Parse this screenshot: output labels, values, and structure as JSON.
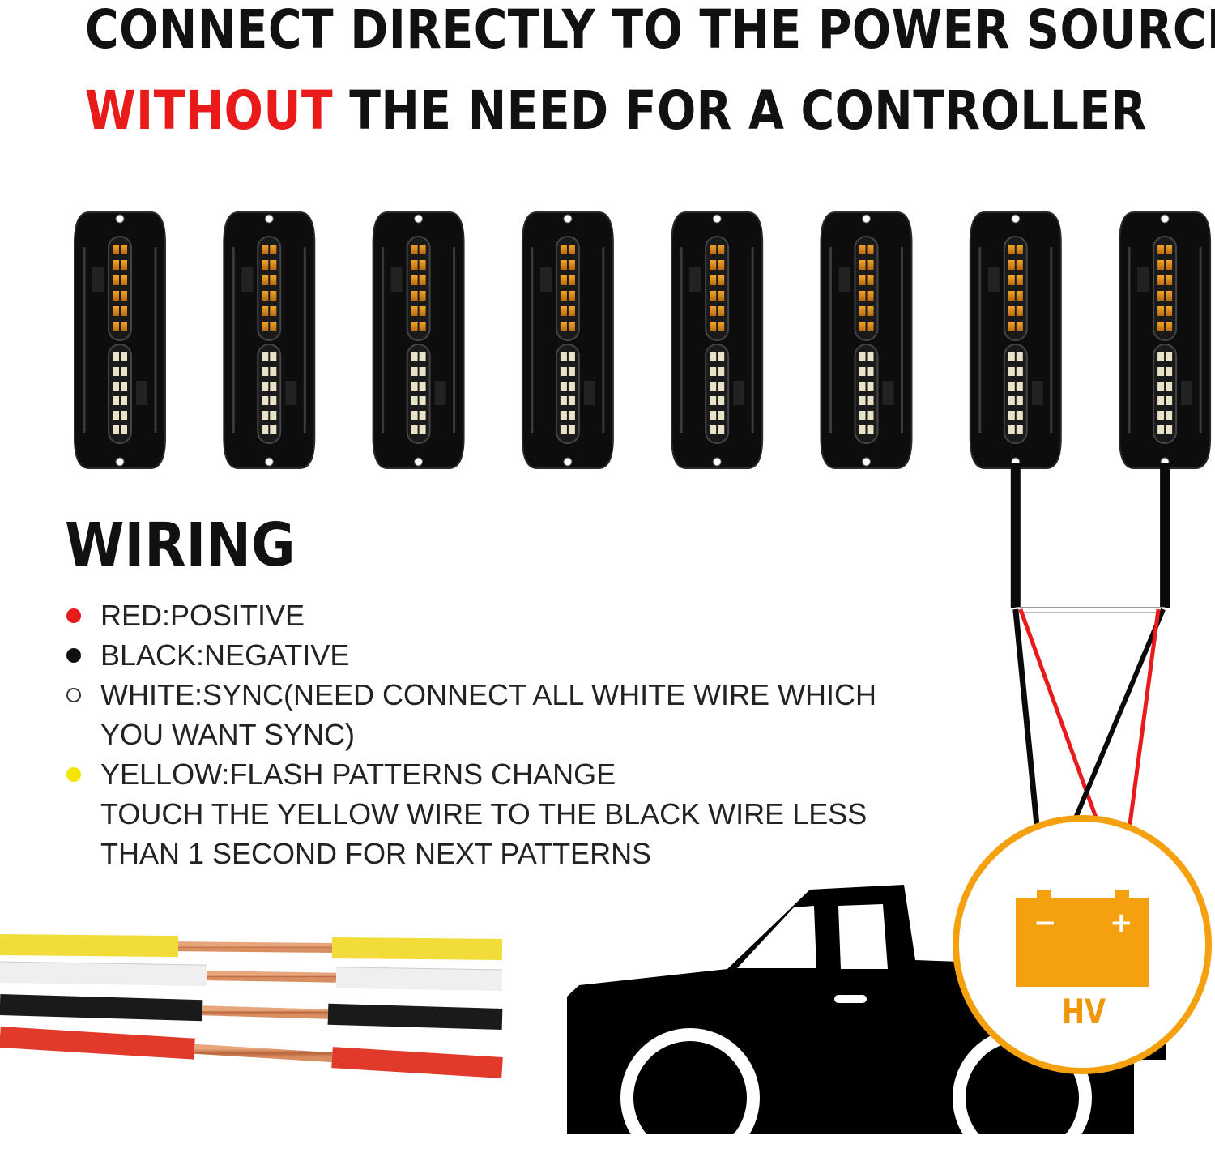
{
  "headline": {
    "line1": "CONNECT DIRECTLY TO THE POWER SOURCE",
    "line2_highlight": "WITHOUT",
    "line2_rest": "THE NEED FOR A CONTROLLER",
    "highlight_color": "#e81a1a"
  },
  "wiring": {
    "title": "WIRING",
    "items": [
      {
        "dot_color": "#e81a1a",
        "hollow": false,
        "lines": [
          "RED:POSITIVE"
        ]
      },
      {
        "dot_color": "#111111",
        "hollow": false,
        "lines": [
          "BLACK:NEGATIVE"
        ]
      },
      {
        "dot_color": "#ffffff",
        "hollow": true,
        "lines": [
          "WHITE:SYNC(NEED CONNECT ALL WHITE WIRE WHICH",
          "YOU WANT SYNC)"
        ]
      },
      {
        "dot_color": "#f5e600",
        "hollow": false,
        "lines": [
          "YELLOW:FLASH PATTERNS CHANGE",
          "TOUCH THE YELLOW WIRE TO THE BLACK WIRE LESS",
          "THAN 1 SECOND FOR NEXT PATTERNS"
        ]
      }
    ]
  },
  "battery": {
    "label": "HV",
    "negative_sign": "−",
    "positive_sign": "+",
    "color": "#f5a00f"
  },
  "lights": {
    "count": 8
  },
  "wire_colors": [
    "#f2dc3a",
    "#efefef",
    "#1a1a1a",
    "#e23a2a"
  ],
  "truck_color": "#000000"
}
